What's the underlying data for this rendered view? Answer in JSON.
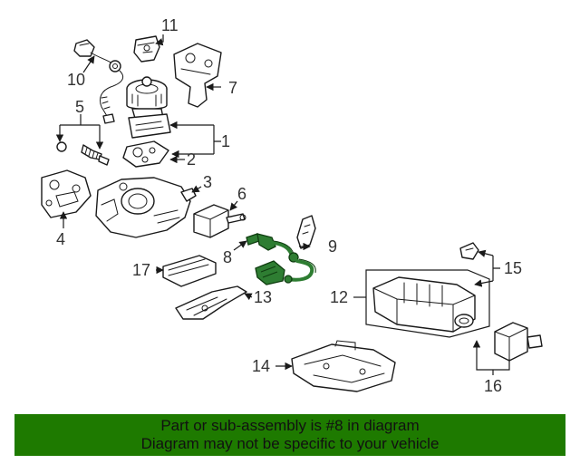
{
  "diagram": {
    "callouts": [
      "1",
      "2",
      "3",
      "4",
      "5",
      "6",
      "7",
      "8",
      "9",
      "10",
      "11",
      "12",
      "13",
      "14",
      "15",
      "16",
      "17"
    ],
    "highlight_color": "#2e7d32"
  },
  "banner": {
    "line1": "Part or sub-assembly is #8 in diagram",
    "line2": "Diagram may not be specific to your vehicle",
    "background_color": "#1e7a00"
  }
}
